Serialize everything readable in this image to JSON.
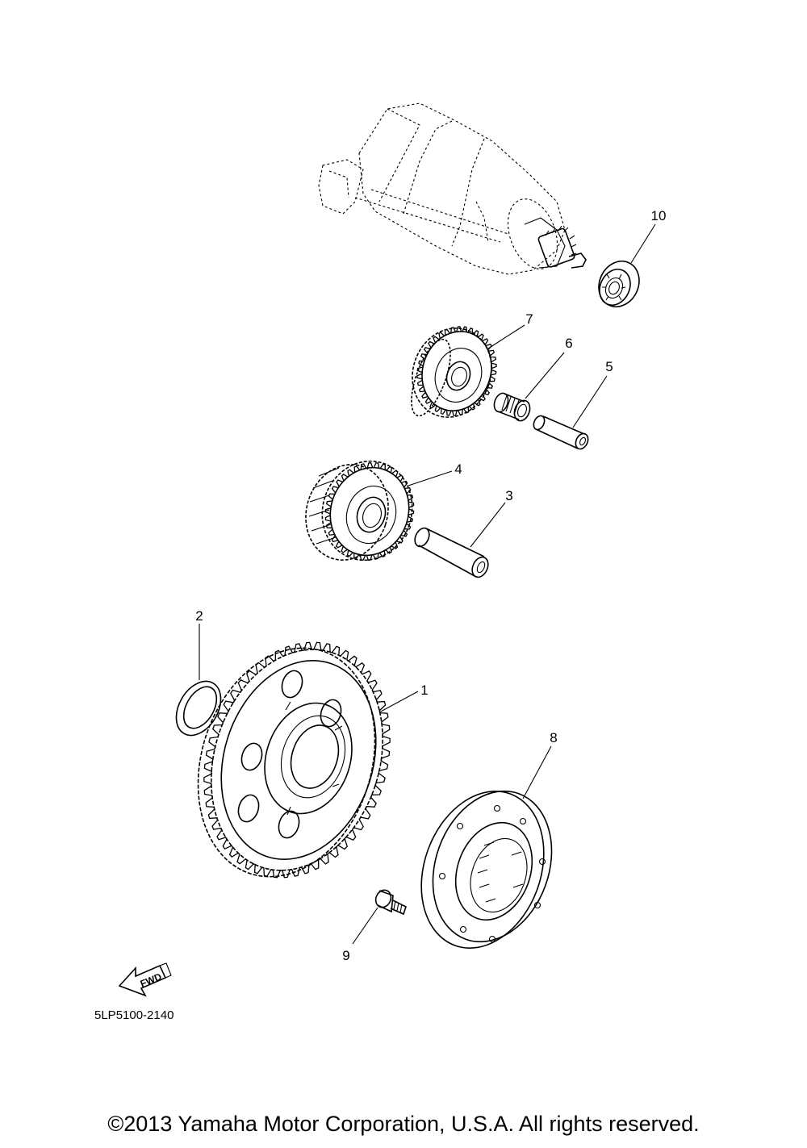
{
  "diagram": {
    "callouts": [
      {
        "id": "1",
        "label": "1"
      },
      {
        "id": "2",
        "label": "2"
      },
      {
        "id": "3",
        "label": "3"
      },
      {
        "id": "4",
        "label": "4"
      },
      {
        "id": "5",
        "label": "5"
      },
      {
        "id": "6",
        "label": "6"
      },
      {
        "id": "7",
        "label": "7"
      },
      {
        "id": "8",
        "label": "8"
      },
      {
        "id": "9",
        "label": "9"
      },
      {
        "id": "10",
        "label": "10"
      }
    ],
    "fwd_label": "FWD",
    "diagram_code": "5LP5100-2140"
  },
  "footer": {
    "copyright": "©2013 Yamaha Motor Corporation, U.S.A. All rights reserved."
  }
}
